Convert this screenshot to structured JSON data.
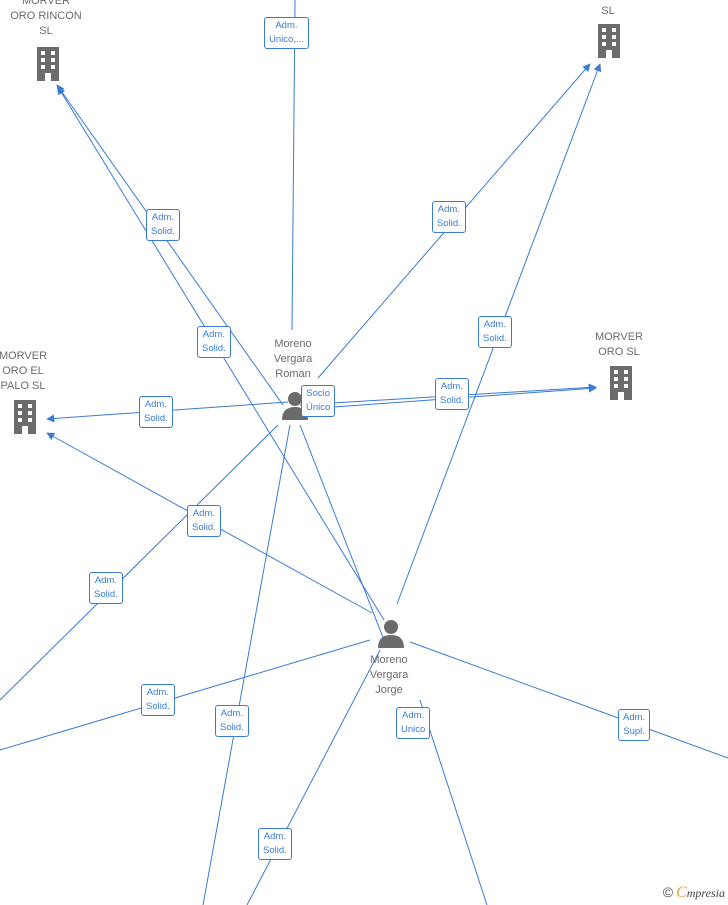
{
  "colors": {
    "edge": "#3a7bd5",
    "node": "#6b6b6b"
  },
  "nodes": {
    "morver_oro_rincon": {
      "label": "MORVER\nORO RINCON\nSL",
      "icon": "building-icon"
    },
    "company_top_right": {
      "label": "SL",
      "icon": "building-icon"
    },
    "morver_oro_el_palo": {
      "label": "MORVER\nORO EL\nPALO  SL",
      "icon": "building-icon"
    },
    "morver_oro": {
      "label": "MORVER\nORO  SL",
      "icon": "building-icon"
    },
    "moreno_vergara_roman": {
      "label": "Moreno\nVergara\nRoman",
      "icon": "person-icon"
    },
    "moreno_vergara_jorge": {
      "label": "Moreno\nVergara\nJorge",
      "icon": "person-icon"
    }
  },
  "edge_labels": [
    "Adm.\nUnico,...",
    "Adm.\nSolid.",
    "Adm.\nSolid.",
    "Adm.\nSolid.",
    "Adm.\nSolid.",
    "Adm.\nSolid.",
    "Socio\nÚnico",
    "Adm.\nSolid.",
    "Adm.\nSolid.",
    "Adm.\nSolid.",
    "Adm.\nSolid.",
    "Adm.\nSolid.",
    "Adm.\nUnico",
    "Adm.\nSupl.",
    "Adm.\nSolid."
  ],
  "footer": {
    "copyright": "©",
    "brand_first": "C",
    "brand_rest": "mpresia"
  }
}
